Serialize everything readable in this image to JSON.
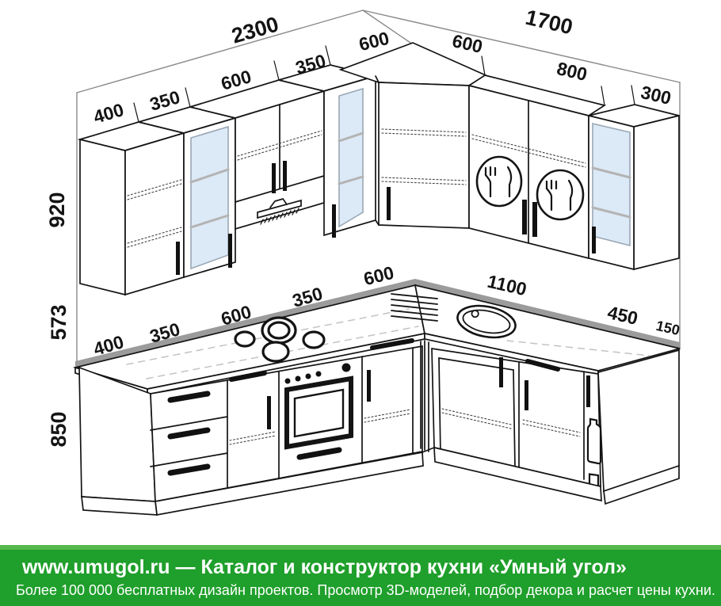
{
  "dims": {
    "wall_left": "2300",
    "wall_right": "1700",
    "upper": [
      "400",
      "350",
      "600",
      "350",
      "600",
      "600",
      "800",
      "300"
    ],
    "heights": [
      "920",
      "573",
      "850"
    ],
    "base": [
      "400",
      "350",
      "600",
      "350",
      "600",
      "1100",
      "450",
      "150"
    ]
  },
  "footer": {
    "line1": "www.umugol.ru — Каталог и конструктор кухни «Умный угол»",
    "line2": "Более 100 000 бесплатных дизайн проектов. Просмотр 3D-моделей, подбор декора и расчет цены кухни."
  },
  "colors": {
    "footer_green": "#1f9f2b",
    "footer_strip_green": "#56b84c",
    "glass_blue": "#dce9f6",
    "wall_stripe_gray": "#9b9b9b",
    "line_black": "#141414"
  }
}
